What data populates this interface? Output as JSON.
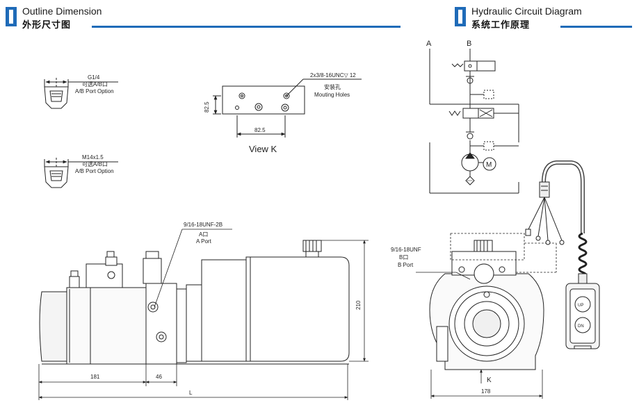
{
  "headers": {
    "left_en": "Outline Dimension",
    "left_cn": "外形尺寸图",
    "right_en": "Hydraulic Circuit Diagram",
    "right_cn": "系统工作原理"
  },
  "port_details": {
    "g14": {
      "size": "G1/4",
      "cn": "可选A/B口",
      "en": "A/B Port Option"
    },
    "m14": {
      "size": "M14x1.5",
      "cn": "可选A/B口",
      "en": "A/B Port Option"
    }
  },
  "view_k": {
    "holes_spec": "2x3/8-16UNC▽ 12",
    "holes_cn": "安装孔",
    "holes_en": "Mouting Holes",
    "dim_vertical": "82.5",
    "dim_horizontal": "82.5",
    "title": "View K"
  },
  "side_view": {
    "a_port_spec": "9/16-18UNF-2B",
    "a_port_cn": "A口",
    "a_port_en": "A Port",
    "dim_181": "181",
    "dim_46": "46",
    "dim_L": "L",
    "dim_210": "210"
  },
  "end_view": {
    "b_port_spec": "9/16-18UNF",
    "b_port_cn": "B口",
    "b_port_en": "B Port",
    "k_label": "K",
    "dim_178": "178"
  },
  "circuit": {
    "label_a": "A",
    "label_b": "B",
    "motor": "M"
  },
  "remote": {
    "up_label": "UP",
    "down_label": "DN"
  },
  "colors": {
    "accent": "#1f6bb8",
    "line": "#222222"
  }
}
